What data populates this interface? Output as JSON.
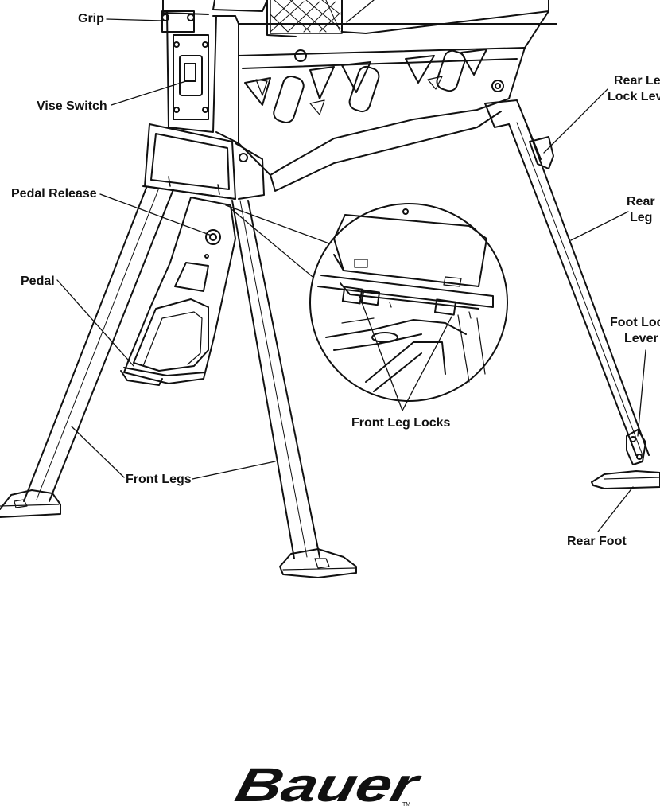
{
  "labels": {
    "grip": "Grip",
    "vise_switch": "Vise Switch",
    "pedal_release": "Pedal Release",
    "pedal": "Pedal",
    "front_legs": "Front Legs",
    "front_leg_locks": "Front Leg Locks",
    "rear_leg_lock_lever_line1": "Rear Le",
    "rear_leg_lock_lever_line2": "Lock Lev",
    "rear_leg_line1": "Rear",
    "rear_leg_line2": "Leg",
    "foot_lock_lever_line1": "Foot Loc",
    "foot_lock_lever_line2": "Lever",
    "rear_foot": "Rear Foot"
  },
  "brand": {
    "logo_text": "Bauer",
    "trademark": "TM"
  },
  "colors": {
    "line": "#111111",
    "background": "#ffffff"
  }
}
